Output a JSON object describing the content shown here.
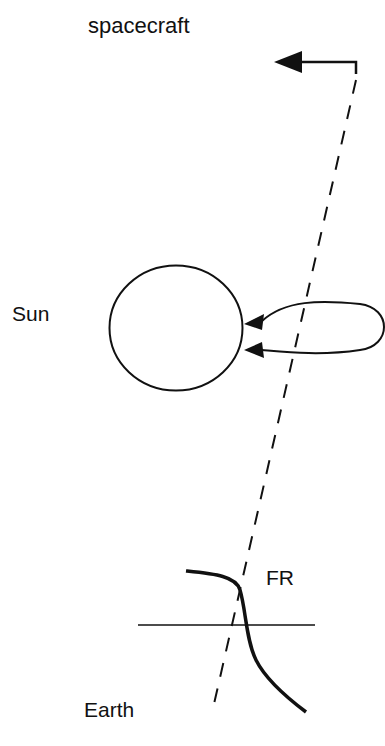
{
  "diagram": {
    "nodes": [
      {
        "text": [
          "Sun"
        ]
      }
    ],
    "labels": [
      "spacecraft",
      "FR",
      "Earth"
    ]
  }
}
